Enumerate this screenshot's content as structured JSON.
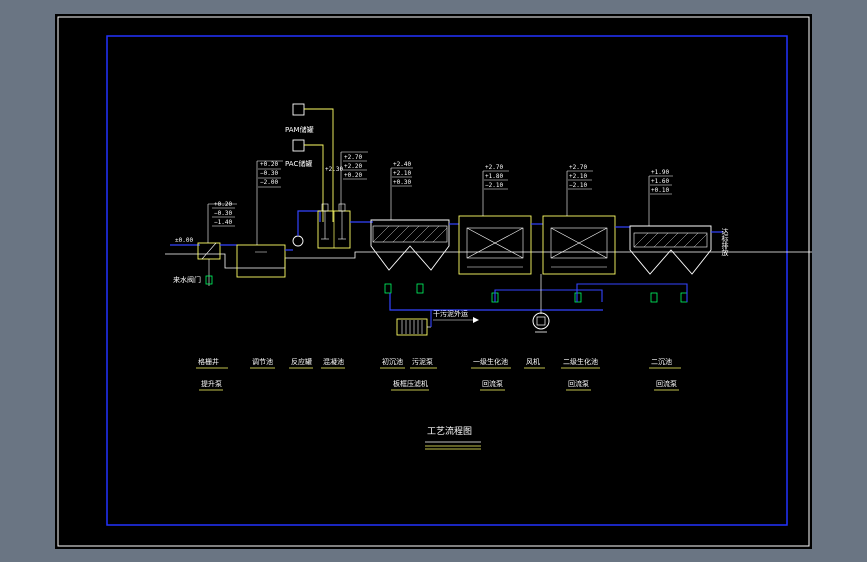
{
  "drawing_title": "工艺流程图",
  "chemicals": {
    "pam": "PAM储罐",
    "pac": "PAC储罐"
  },
  "levels": {
    "inlet": "±0.00",
    "screen": [
      "+0.20",
      "−0.30",
      "−1.40"
    ],
    "regulating": [
      "+0.20",
      "−0.30",
      "−2.00"
    ],
    "mixing": "+2.30",
    "reaction": [
      "+2.70",
      "+2.20",
      "+0.20"
    ],
    "primary_settler": [
      "+2.40",
      "+2.10",
      "+0.30"
    ],
    "primary_bio": [
      "+2.70",
      "+1.80",
      "−2.10"
    ],
    "secondary_bio": [
      "+2.70",
      "+2.10",
      "−2.10"
    ],
    "secondary_settler": [
      "+1.90",
      "+1.60",
      "+0.10"
    ]
  },
  "annotations": {
    "inlet_label": "来水阀门",
    "sludge_flow": "干污泥外运",
    "outlet_label": "达标排放"
  },
  "legend": {
    "row1": [
      "格栅井",
      "调节池",
      "反应罐",
      "混凝池",
      "初沉池",
      "污泥泵",
      "一级生化池",
      "风机",
      "二级生化池",
      "二沉池"
    ],
    "row2": [
      "提升泵",
      "板框压滤机",
      "回流泵",
      "回流泵",
      "回流泵"
    ]
  },
  "colors": {
    "sheet": "#000000",
    "frame": "#ffffff",
    "border": "#2233ff",
    "pipe": "#3344ff",
    "tank": "#ffff66",
    "line": "#ffffff",
    "equipment": "#00ff66"
  }
}
